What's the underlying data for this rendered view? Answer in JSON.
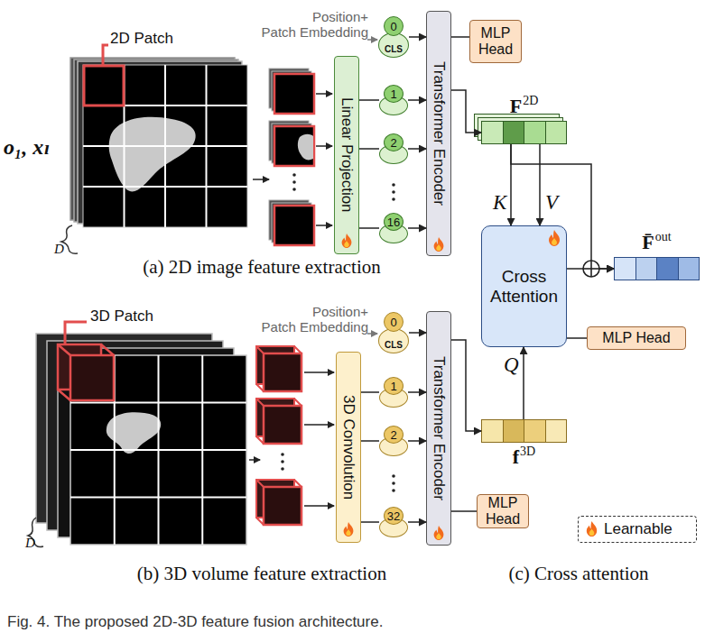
{
  "diagram": {
    "caption": "Fig. 4. The proposed 2D-3D feature fusion architecture.",
    "nodes": [
      {
        "text": [
          "Linear Projection"
        ]
      },
      {
        "text": [
          "0",
          "CLS"
        ]
      },
      {
        "text": [
          "1"
        ]
      },
      {
        "text": [
          "2"
        ]
      },
      {
        "text": [
          "16"
        ]
      },
      {
        "text": [
          "Transformer Encoder"
        ]
      },
      {
        "text": [
          "MLP Head"
        ]
      },
      {
        "text": [
          "F",
          "2D"
        ]
      },
      {
        "text": [
          "Cross Attention"
        ]
      },
      {
        "text": [
          "MLP Head"
        ]
      },
      {
        "text": [
          "F̄",
          "out"
        ]
      },
      {
        "text": [
          "3D Convolution"
        ]
      },
      {
        "text": [
          "0",
          "CLS"
        ]
      },
      {
        "text": [
          "1"
        ]
      },
      {
        "text": [
          "2"
        ]
      },
      {
        "text": [
          "32"
        ]
      },
      {
        "text": [
          "Transformer Encoder"
        ]
      },
      {
        "text": [
          "f",
          "3D"
        ]
      },
      {
        "text": [
          "MLP Head"
        ]
      }
    ],
    "edges": [
      {
        "from": 0,
        "to": 2,
        "arrow": "none"
      },
      {
        "from": 0,
        "to": 3,
        "arrow": "none"
      },
      {
        "from": 0,
        "to": 4,
        "arrow": "none"
      },
      {
        "from": 1,
        "to": 5,
        "arrow": "to"
      },
      {
        "from": 2,
        "to": 5,
        "arrow": "to"
      },
      {
        "from": 3,
        "to": 5,
        "arrow": "to"
      },
      {
        "from": 4,
        "to": 5,
        "arrow": "to"
      },
      {
        "from": 5,
        "to": 6,
        "arrow": "none"
      },
      {
        "from": 5,
        "to": 7,
        "arrow": "to"
      },
      {
        "from": 7,
        "to": 8,
        "label": "K",
        "arrow": "to"
      },
      {
        "from": 7,
        "to": 8,
        "label": "V",
        "arrow": "to"
      },
      {
        "from": 7,
        "to": 10,
        "arrow": "to"
      },
      {
        "from": 8,
        "to": 10,
        "arrow": "to"
      },
      {
        "from": 8,
        "to": 9,
        "arrow": "none"
      },
      {
        "from": 11,
        "to": 13,
        "arrow": "none"
      },
      {
        "from": 11,
        "to": 14,
        "arrow": "none"
      },
      {
        "from": 11,
        "to": 15,
        "arrow": "none"
      },
      {
        "from": 12,
        "to": 16,
        "arrow": "to"
      },
      {
        "from": 13,
        "to": 16,
        "arrow": "to"
      },
      {
        "from": 14,
        "to": 16,
        "arrow": "to"
      },
      {
        "from": 15,
        "to": 16,
        "arrow": "to"
      },
      {
        "from": 16,
        "to": 17,
        "arrow": "to"
      },
      {
        "from": 17,
        "to": 8,
        "label": "Q",
        "arrow": "to"
      },
      {
        "from": 16,
        "to": 18,
        "arrow": "none"
      }
    ],
    "labels": [
      "2D Patch",
      "o₁, xₗ",
      "Position+ Patch Embedding",
      "D",
      "(a) 2D image feature extraction",
      "3D Patch",
      "Position+ Patch Embedding",
      "D",
      "(b) 3D volume feature extraction",
      "(c) Cross attention"
    ],
    "legend": [
      {
        "text": "Learnable"
      }
    ]
  }
}
